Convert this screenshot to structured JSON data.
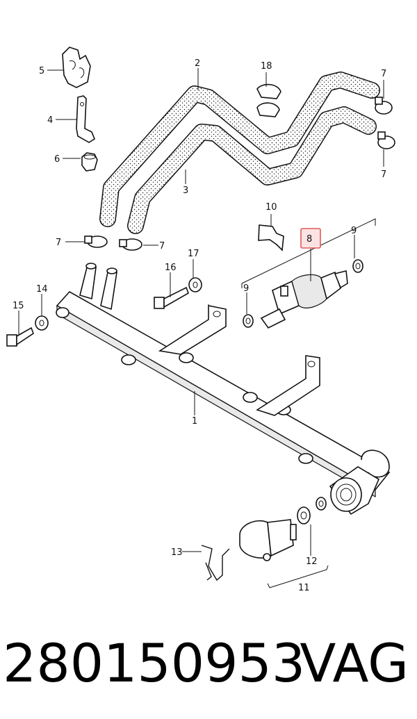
{
  "callouts": {
    "c1": "1",
    "c2": "2",
    "c3": "3",
    "c4": "4",
    "c5": "5",
    "c6": "6",
    "c7a": "7",
    "c7b": "7",
    "c7c": "7",
    "c7d": "7",
    "c8": "8",
    "c9a": "9",
    "c9b": "9",
    "c10": "10",
    "c11": "11",
    "c12": "12",
    "c13": "13",
    "c14": "14",
    "c15": "15",
    "c16": "16",
    "c17": "17",
    "c18": "18"
  },
  "highlight": {
    "part": "8",
    "color": "#e05a5a",
    "fill": "#fbe3e3"
  },
  "caption": {
    "part_number": "280150953",
    "brand": "VAG"
  }
}
